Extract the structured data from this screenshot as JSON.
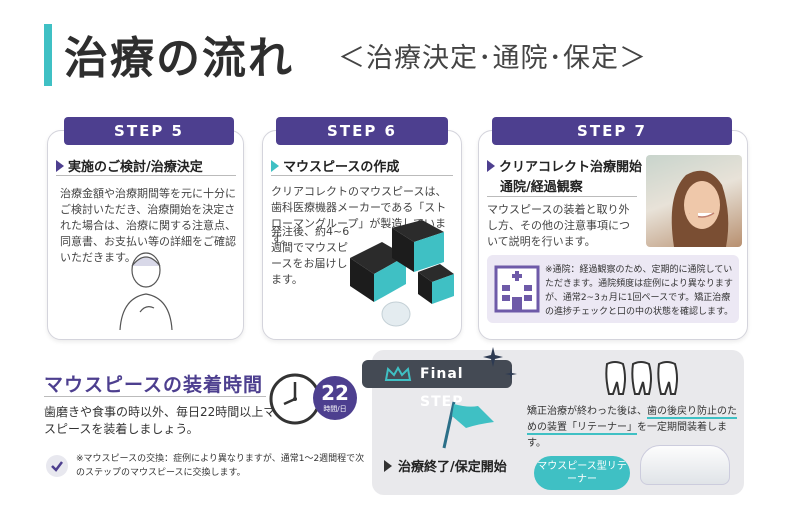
{
  "header": {
    "title": "治療の流れ",
    "subtitle": "＜治療決定･通院･保定＞"
  },
  "steps": [
    {
      "tag": "STEP 5",
      "heading": "実施のご検討/治療決定",
      "body": "治療金額や治療期間等を元に十分にご検討いただき、治療開始を決定された場合は、治療に関する注意点、同意書、お支払い等の詳細をご確認いただきます。"
    },
    {
      "tag": "STEP 6",
      "heading": "マウスピースの作成",
      "body_1": "クリアコレクトのマウスピースは、歯科医療機器メーカーである「ストローマングループ」が製造しています。",
      "body_2": "発注後、約4~6週間でマウスピースをお届けします。"
    },
    {
      "tag": "STEP 7",
      "heading_1": "クリアコレクト治療開始",
      "heading_2": "通院/経過観察",
      "body": "マウスピースの装着と取り外し方、その他の注意事項について説明を行います。",
      "note": "※通院：経過観察のため、定期的に通院していただきます。通院頻度は症例により異なりますが、通常2~3ヵ月に1回ペースです。矯正治療の進捗チェックと口の中の状態を確認します。"
    }
  ],
  "wear_time": {
    "title": "マウスピースの装着時間",
    "body": "歯磨きや食事の時以外、毎日22時間以上マウスピースを装着しましょう。",
    "badge_number": "22",
    "badge_label": "時間/日",
    "note": "※マウスピースの交換：症例により異なりますが、通常1～2週間程で次のステップのマウスピースに交換します。"
  },
  "final_step": {
    "tag": "Final STEP",
    "heading": "治療終了/保定開始",
    "body_pre": "矯正治療が終わった後は、",
    "body_hl1": "歯の後戻り防止のための装置「リテーナー」",
    "body_post": "を一定期間装着します。",
    "bubble": "マウスピース型リテーナー"
  },
  "colors": {
    "accent_purple": "#4d3f8f",
    "accent_teal": "#3fc0c4"
  }
}
